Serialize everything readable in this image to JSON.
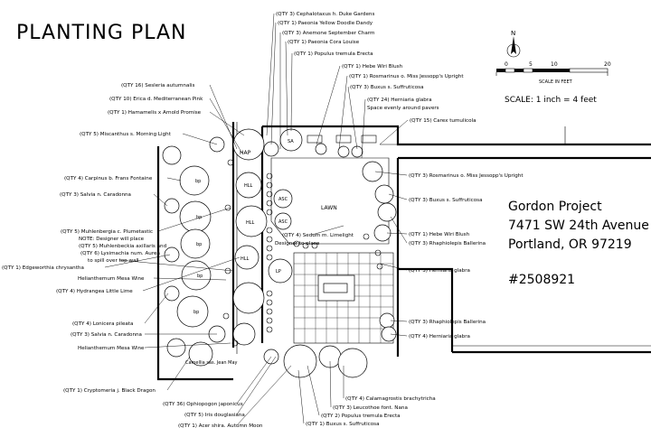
{
  "title": "PLANTING PLAN",
  "project": {
    "name": "Gordon Project",
    "address": "7471 SW 24th Avenue",
    "city": "Portland, OR  97219",
    "number": "#2508921"
  },
  "scale": {
    "text": "SCALE: 1 inch = 4 feet",
    "bar_label": "SCALE IN FEET",
    "ticks": [
      "0",
      "5",
      "10",
      "20"
    ],
    "north": "N"
  },
  "plan_text": {
    "lawn": "LAWN",
    "bp": "bp",
    "asc": "ASC",
    "hap": "HAP",
    "hll": "HLL",
    "lp": "LP",
    "sa": "SA"
  },
  "labels": [
    "(QTY 3) Cephalotaxus h. Duke Gardens",
    "(QTY 1) Paeonia Yellow Doodle Dandy",
    "(QTY 3) Anemone September Charm",
    "(QTY 1) Paeonia Cora Louise",
    "(QTY 1) Populus tremula Erecta",
    "(QTY 1) Hebe Wiri Blush",
    "(QTY 1) Rosmarinus o. Miss Jessopp's Upright",
    "(QTY 3) Buxus s. Suffruticosa",
    "(QTY 24) Herniaria glabra",
    "Space evenly around pavers",
    "(QTY 15) Carex tumulicola",
    "(QTY 3) Rosmarinus o. Miss Jessopp's Upright",
    "(QTY 3) Buxus s. Suffruticosa",
    "(QTY 1) Hebe Wiri Blush",
    "(QTY 3) Rhaphiolepis Ballerina",
    "(QTY 3) Herniaria glabra",
    "(QTY 3) Rhaphiolepis Ballerina",
    "(QTY 4) Herniaria glabra",
    "(QTY 16) Sesleria autumnalis",
    "(QTY 10) Erica d. Mediterranean Pink",
    "(QTY 1) Hamamelis x Arnold Promise",
    "(QTY 5) Miscanthus s. Morning Light",
    "(QTY 4) Carpinus b. Frans Fontaine",
    "(QTY 3) Salvia n. Caradonna",
    "(QTY 5) Muhlenbergia c. Plumetastic",
    "NOTE: Designer will place",
    "(QTY 5) Muhlenbeckia axillaris and",
    "(QTY 6) Lysimachia num. Aurea",
    "to spill over top wall",
    "(QTY 1) Edgeworthia chrysantha",
    "Helianthemum Mesa Wine",
    "(QTY 4) Hydrangea Little Lime",
    "(QTY 4) Lonicera pileata",
    "(QTY 3) Salvia n. Caradonna",
    "Helianthemum Mesa Wine",
    "Camellia sas. Jean May",
    "(QTY 1) Cryptomeria j. Black Dragon",
    "(QTY 36) Ophiopogon japonicus",
    "(QTY 5) Iris douglasiana",
    "(QTY 1) Acer shira. Autumn Moon",
    "(QTY 4) Sedum m. Limelight",
    "Designer to place",
    "(QTY 4) Calamagrostis brachytricha",
    "(QTY 3) Leucothoe font. Nana",
    "(QTY 2) Populus tremula Erecta",
    "(QTY 1) Buxus s. Suffruticosa"
  ]
}
